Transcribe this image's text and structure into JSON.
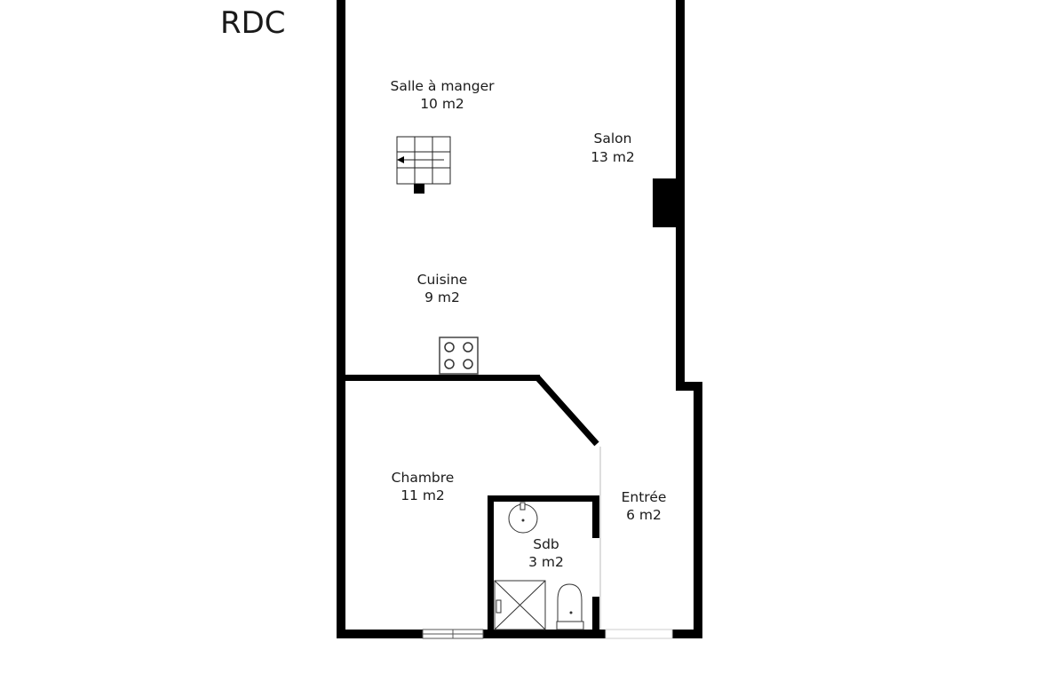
{
  "floor_title": "RDC",
  "rooms": [
    {
      "id": "salle-a-manger",
      "name": "Salle à manger",
      "area": "10 m2"
    },
    {
      "id": "salon",
      "name": "Salon",
      "area": "13 m2"
    },
    {
      "id": "cuisine",
      "name": "Cuisine",
      "area": "9 m2"
    },
    {
      "id": "chambre",
      "name": "Chambre",
      "area": "11 m2"
    },
    {
      "id": "sdb",
      "name": "Sdb",
      "area": "3 m2"
    },
    {
      "id": "entree",
      "name": "Entrée",
      "area": "6 m2"
    }
  ]
}
